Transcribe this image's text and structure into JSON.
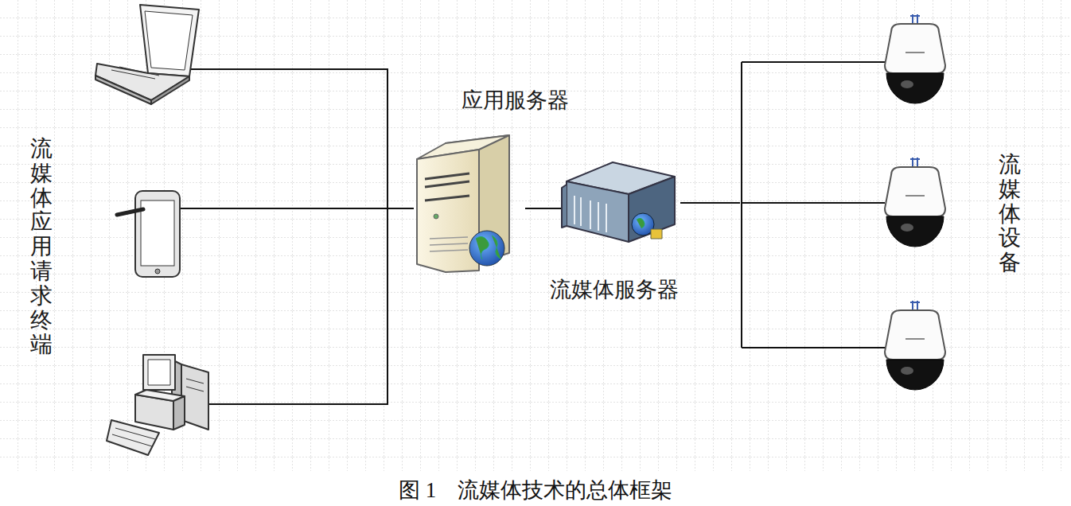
{
  "diagram": {
    "caption": "图 1　流媒体技术的总体框架",
    "nodes": [
      {
        "text": [
          "流媒体应用请求终端"
        ]
      },
      {
        "text": [
          "应用服务器"
        ]
      },
      {
        "text": [
          "流媒体服务器"
        ]
      },
      {
        "text": [
          "流媒体设备"
        ]
      }
    ],
    "edges": [
      {
        "from": 0,
        "to": 1,
        "arrow": "none"
      },
      {
        "from": 1,
        "to": 2,
        "arrow": "none"
      },
      {
        "from": 2,
        "to": 3,
        "arrow": "none"
      }
    ]
  }
}
